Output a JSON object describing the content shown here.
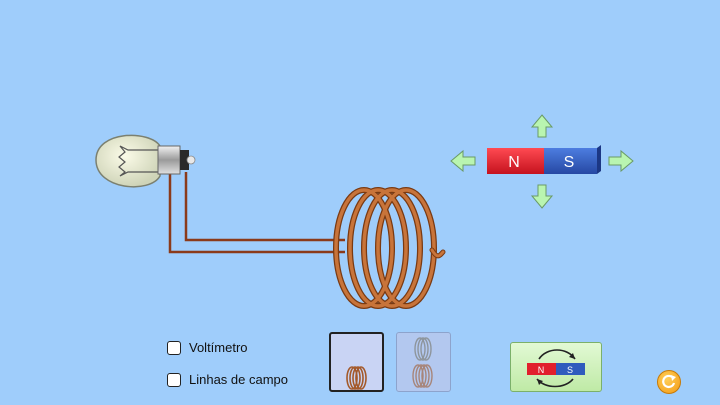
{
  "magnet": {
    "north_label": "N",
    "south_label": "S",
    "north_color": "#e11f2c",
    "south_color": "#2f5bbd"
  },
  "controls": {
    "voltmeter_label": "Voltímetro",
    "field_lines_label": "Linhas de campo"
  },
  "flip_button": {
    "north_label": "N",
    "south_label": "S"
  },
  "icons": {
    "arrows": [
      "arrow-up-icon",
      "arrow-down-icon",
      "arrow-left-icon",
      "arrow-right-icon"
    ],
    "reset": "reset-icon",
    "flip": "flip-magnet-icon"
  },
  "colors": {
    "background": "#9fcdfb",
    "wire": "#8b3a1a",
    "coil": "#b8652a",
    "arrow_fill": "#b9f5b0"
  }
}
